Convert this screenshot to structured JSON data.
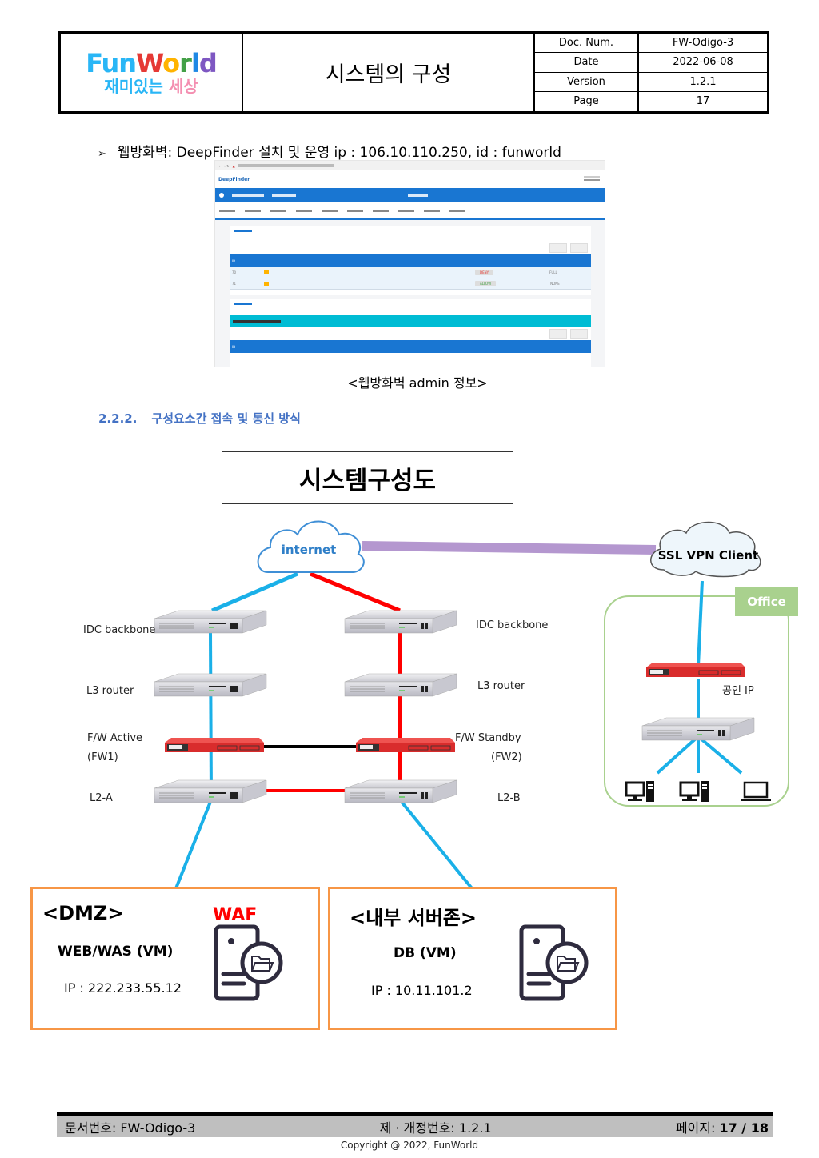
{
  "header": {
    "logo": {
      "top_letters": [
        {
          "ch": "F",
          "color": "#29b6f6"
        },
        {
          "ch": "u",
          "color": "#29b6f6"
        },
        {
          "ch": "n",
          "color": "#29b6f6"
        },
        {
          "ch": "W",
          "color": "#e53935"
        },
        {
          "ch": "o",
          "color": "#ffb300"
        },
        {
          "ch": "r",
          "color": "#43a047"
        },
        {
          "ch": "l",
          "color": "#1e88e5"
        },
        {
          "ch": "d",
          "color": "#7e57c2"
        }
      ],
      "tagline_main": "재미있는 ",
      "tagline_accent": "세상",
      "tagline_main_color": "#29b6f6",
      "tagline_accent_color": "#f48fb1"
    },
    "title": "시스템의 구성",
    "meta": [
      {
        "label": "Doc. Num.",
        "value": "FW-Odigo-3"
      },
      {
        "label": "Date",
        "value": "2022-06-08"
      },
      {
        "label": "Version",
        "value": "1.2.1"
      },
      {
        "label": "Page",
        "value": "17"
      }
    ]
  },
  "bullet": {
    "icon": "arrow-bullet-icon",
    "text": "웹방화벽: DeepFinder 설치 및 운영 ip : 106.10.110.250, id : funworld"
  },
  "screenshot": {
    "brand": "DeepFinder",
    "table1": {
      "header_id": "ID",
      "rows": [
        {
          "id": "70",
          "action": "DENY",
          "log": "FULL"
        },
        {
          "id": "71",
          "action": "ALLOW",
          "log": "NONE"
        }
      ]
    },
    "table2": {
      "header_id": "ID"
    }
  },
  "caption": "<웹방화벽 admin 정보>",
  "section": {
    "number": "2.2.2.",
    "title": "구성요소간 접속 및 통신 방식"
  },
  "diagram": {
    "title": "시스템구성도",
    "internet_label": "internet",
    "vpn_label": "SSL VPN Client",
    "office_label": "Office",
    "public_ip_label": "공인 IP",
    "left_labels": {
      "backbone": "IDC backbone",
      "router": "L3 router",
      "fw_line1": "F/W Active",
      "fw_line2": "(FW1)",
      "l2": "L2-A"
    },
    "right_labels": {
      "backbone": "IDC backbone",
      "router": "L3 router",
      "fw_line1": "F/W Standby",
      "fw_line2": "(FW2)",
      "l2": "L2-B"
    },
    "dmz": {
      "heading": "<DMZ>",
      "badge": "WAF",
      "server": "WEB/WAS (VM)",
      "ip": "IP : 222.233.55.12"
    },
    "internal": {
      "heading": "<내부 서버존>",
      "server": "DB (VM)",
      "ip": "IP : 10.11.101.2"
    },
    "colors": {
      "primary_link": "#1ab0e8",
      "secondary_link": "#ff0000",
      "heartbeat": "#000000",
      "vpn_tunnel": "#b497cf",
      "zone_border": "#f79646",
      "office_border": "#a9d18e",
      "office_tag": "#a9d18e",
      "firewall": "#d92c2c"
    }
  },
  "footer": {
    "doc_label": "문서번호: FW-Odigo-3",
    "revision_label": "제 · 개정번호: 1.2.1",
    "page_prefix": "페이지: ",
    "page_value": "17 / 18",
    "copyright": "Copyright @ 2022, FunWorld"
  }
}
